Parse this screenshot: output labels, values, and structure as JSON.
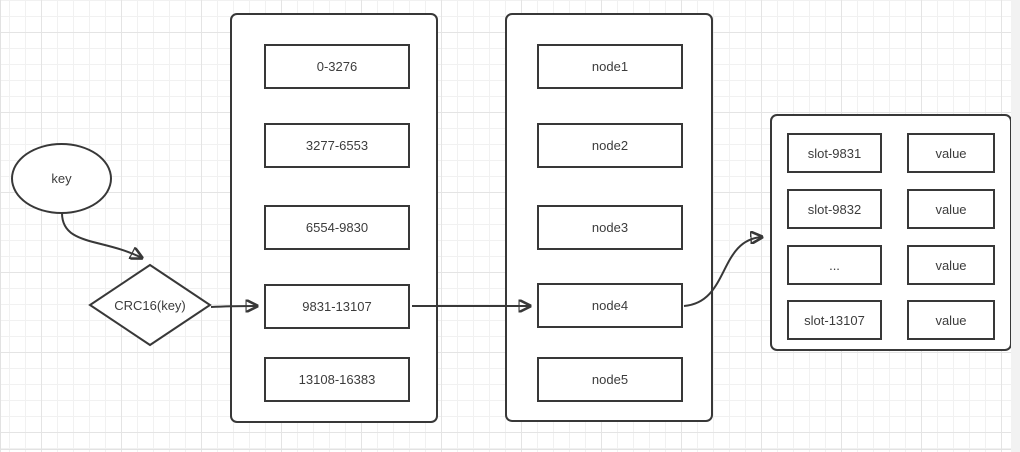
{
  "canvas": {
    "key_shape": {
      "label": "key"
    },
    "hash_shape": {
      "label": "CRC16(key)"
    },
    "slot_ranges": {
      "items": [
        "0-3276",
        "3277-6553",
        "6554-9830",
        "9831-13107",
        "13108-16383"
      ]
    },
    "nodes": {
      "items": [
        "node1",
        "node2",
        "node3",
        "node4",
        "node5"
      ]
    },
    "kv_store": {
      "rows": [
        {
          "slot": "slot-9831",
          "value": "value"
        },
        {
          "slot": "slot-9832",
          "value": "value"
        },
        {
          "slot": "...",
          "value": "value"
        },
        {
          "slot": "slot-13107",
          "value": "value"
        }
      ]
    }
  },
  "colors": {
    "stroke": "#383838",
    "text": "#3c3c3c",
    "background": "#ffffff",
    "grid_minor": "#f1f1f1",
    "grid_major": "#e4e4e4",
    "scrollbar_track": "#f2f2f2"
  }
}
